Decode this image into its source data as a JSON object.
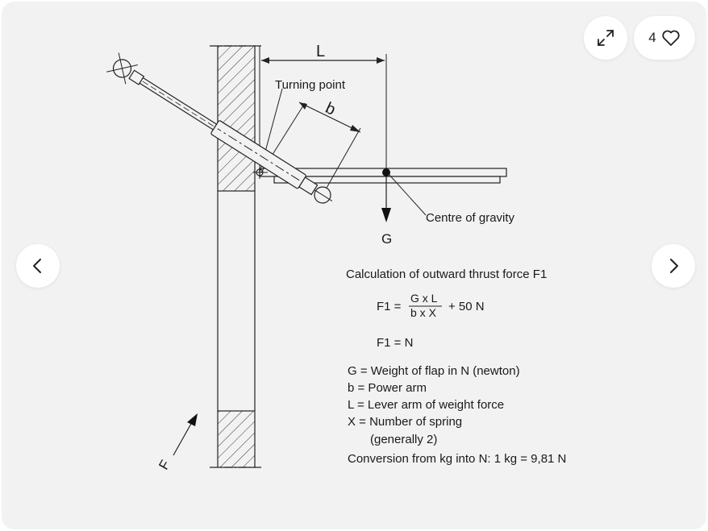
{
  "gallery": {
    "likes": "4",
    "icons": {
      "expand": "expand-arrows-icon",
      "like": "heart-outline-icon",
      "prev": "chevron-left-icon",
      "next": "chevron-right-icon"
    }
  },
  "diagram": {
    "label_L": "L",
    "label_b": "b",
    "turning_point": "Turning point",
    "centre_of_gravity": "Centre of gravity",
    "label_G": "G",
    "label_F": "F",
    "calc_title": "Calculation of outward thrust force F1",
    "formula_lhs": "F1 =",
    "formula_num": "G x L",
    "formula_den": "b x X",
    "formula_add": "+ 50 N",
    "formula_result": "F1 = N",
    "legend": [
      "G = Weight of flap in N (newton)",
      "b = Power arm",
      "L = Lever arm of weight force",
      "X = Number of spring",
      "(generally 2)",
      "Conversion from kg into N: 1 kg = 9,81 N"
    ]
  }
}
